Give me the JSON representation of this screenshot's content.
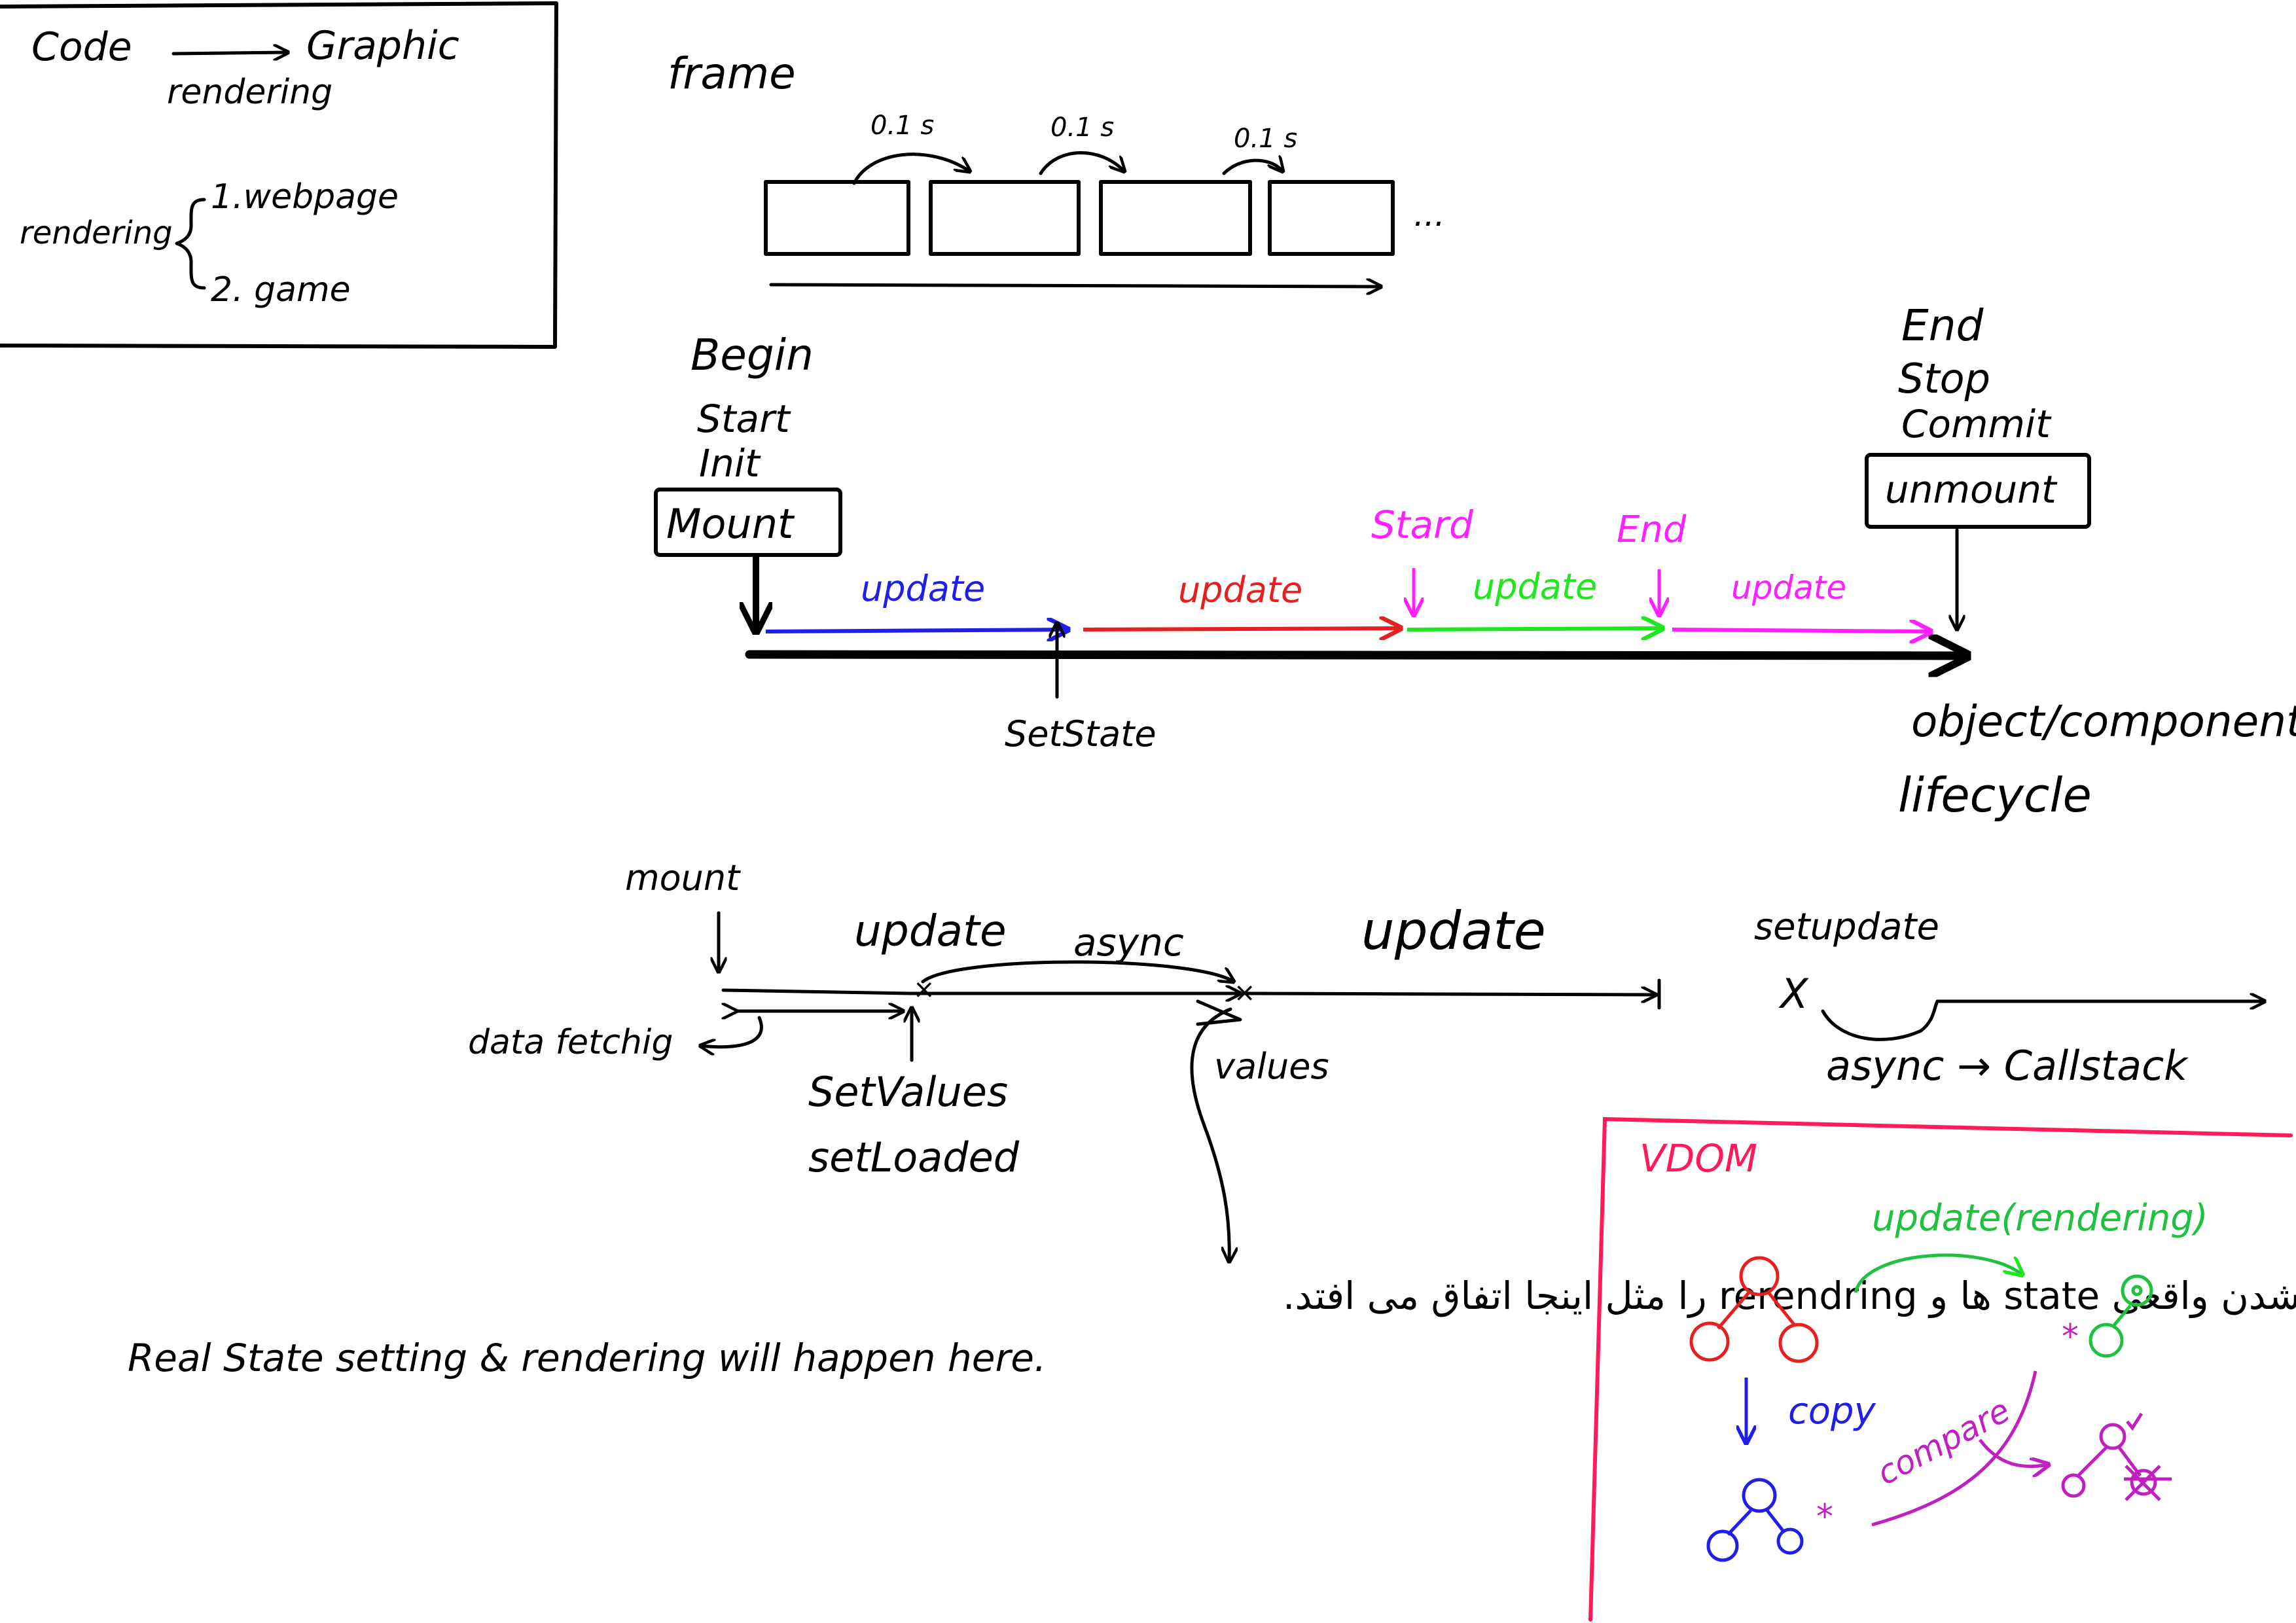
{
  "legend_box": {
    "code": "Code",
    "graphic": "Graphic",
    "rendering_arrow_label": "rendering",
    "rendering_label": "rendering",
    "item_1": "1.webpage",
    "item_2": "2. game"
  },
  "frame_section": {
    "title": "frame",
    "interval_labels": [
      "0.1 s",
      "0.1 s",
      "0.1 s"
    ],
    "ellipsis": "..."
  },
  "lifecycle": {
    "begin_words": [
      "Begin",
      "Start",
      "Init"
    ],
    "mount_box": "Mount",
    "end_words": [
      "End",
      "Stop",
      "Commit"
    ],
    "unmount_box": "unmount",
    "segments": [
      {
        "label": "update",
        "color": "#1f1fe6"
      },
      {
        "label": "update",
        "color": "#e62020"
      },
      {
        "label": "update",
        "color": "#20e620"
      },
      {
        "label": "update",
        "color": "#ff20ff"
      }
    ],
    "start_marker": "Stard",
    "end_marker": "End",
    "setstate": "SetState",
    "caption_line1": "object/component",
    "caption_line2": "lifecycle"
  },
  "async_flow": {
    "mount": "mount",
    "data_fetching": "data fetchig",
    "update_1": "update",
    "async": "async",
    "update_2": "update",
    "setvalues": "SetValues",
    "setloaded": "setLoaded",
    "values": "values"
  },
  "callstack": {
    "setupdate": "setupdate",
    "x_mark": "X",
    "async_label": "async → Callstack"
  },
  "note": {
    "persian": "ست شدن واقعی state ها و rerendring را مثل اینجا اتفاق می افتد.",
    "english": "Real State setting & rendering will happen here."
  },
  "vdom": {
    "title": "VDOM",
    "update_label": "update(rendering)",
    "copy_label": "copy",
    "compare_label": "compare",
    "colors": {
      "border": "#ff1a5a",
      "tree_original": "#e6203a",
      "tree_updated": "#20c040",
      "tree_copy": "#1f1fe6",
      "compare": "#c020c0"
    }
  }
}
